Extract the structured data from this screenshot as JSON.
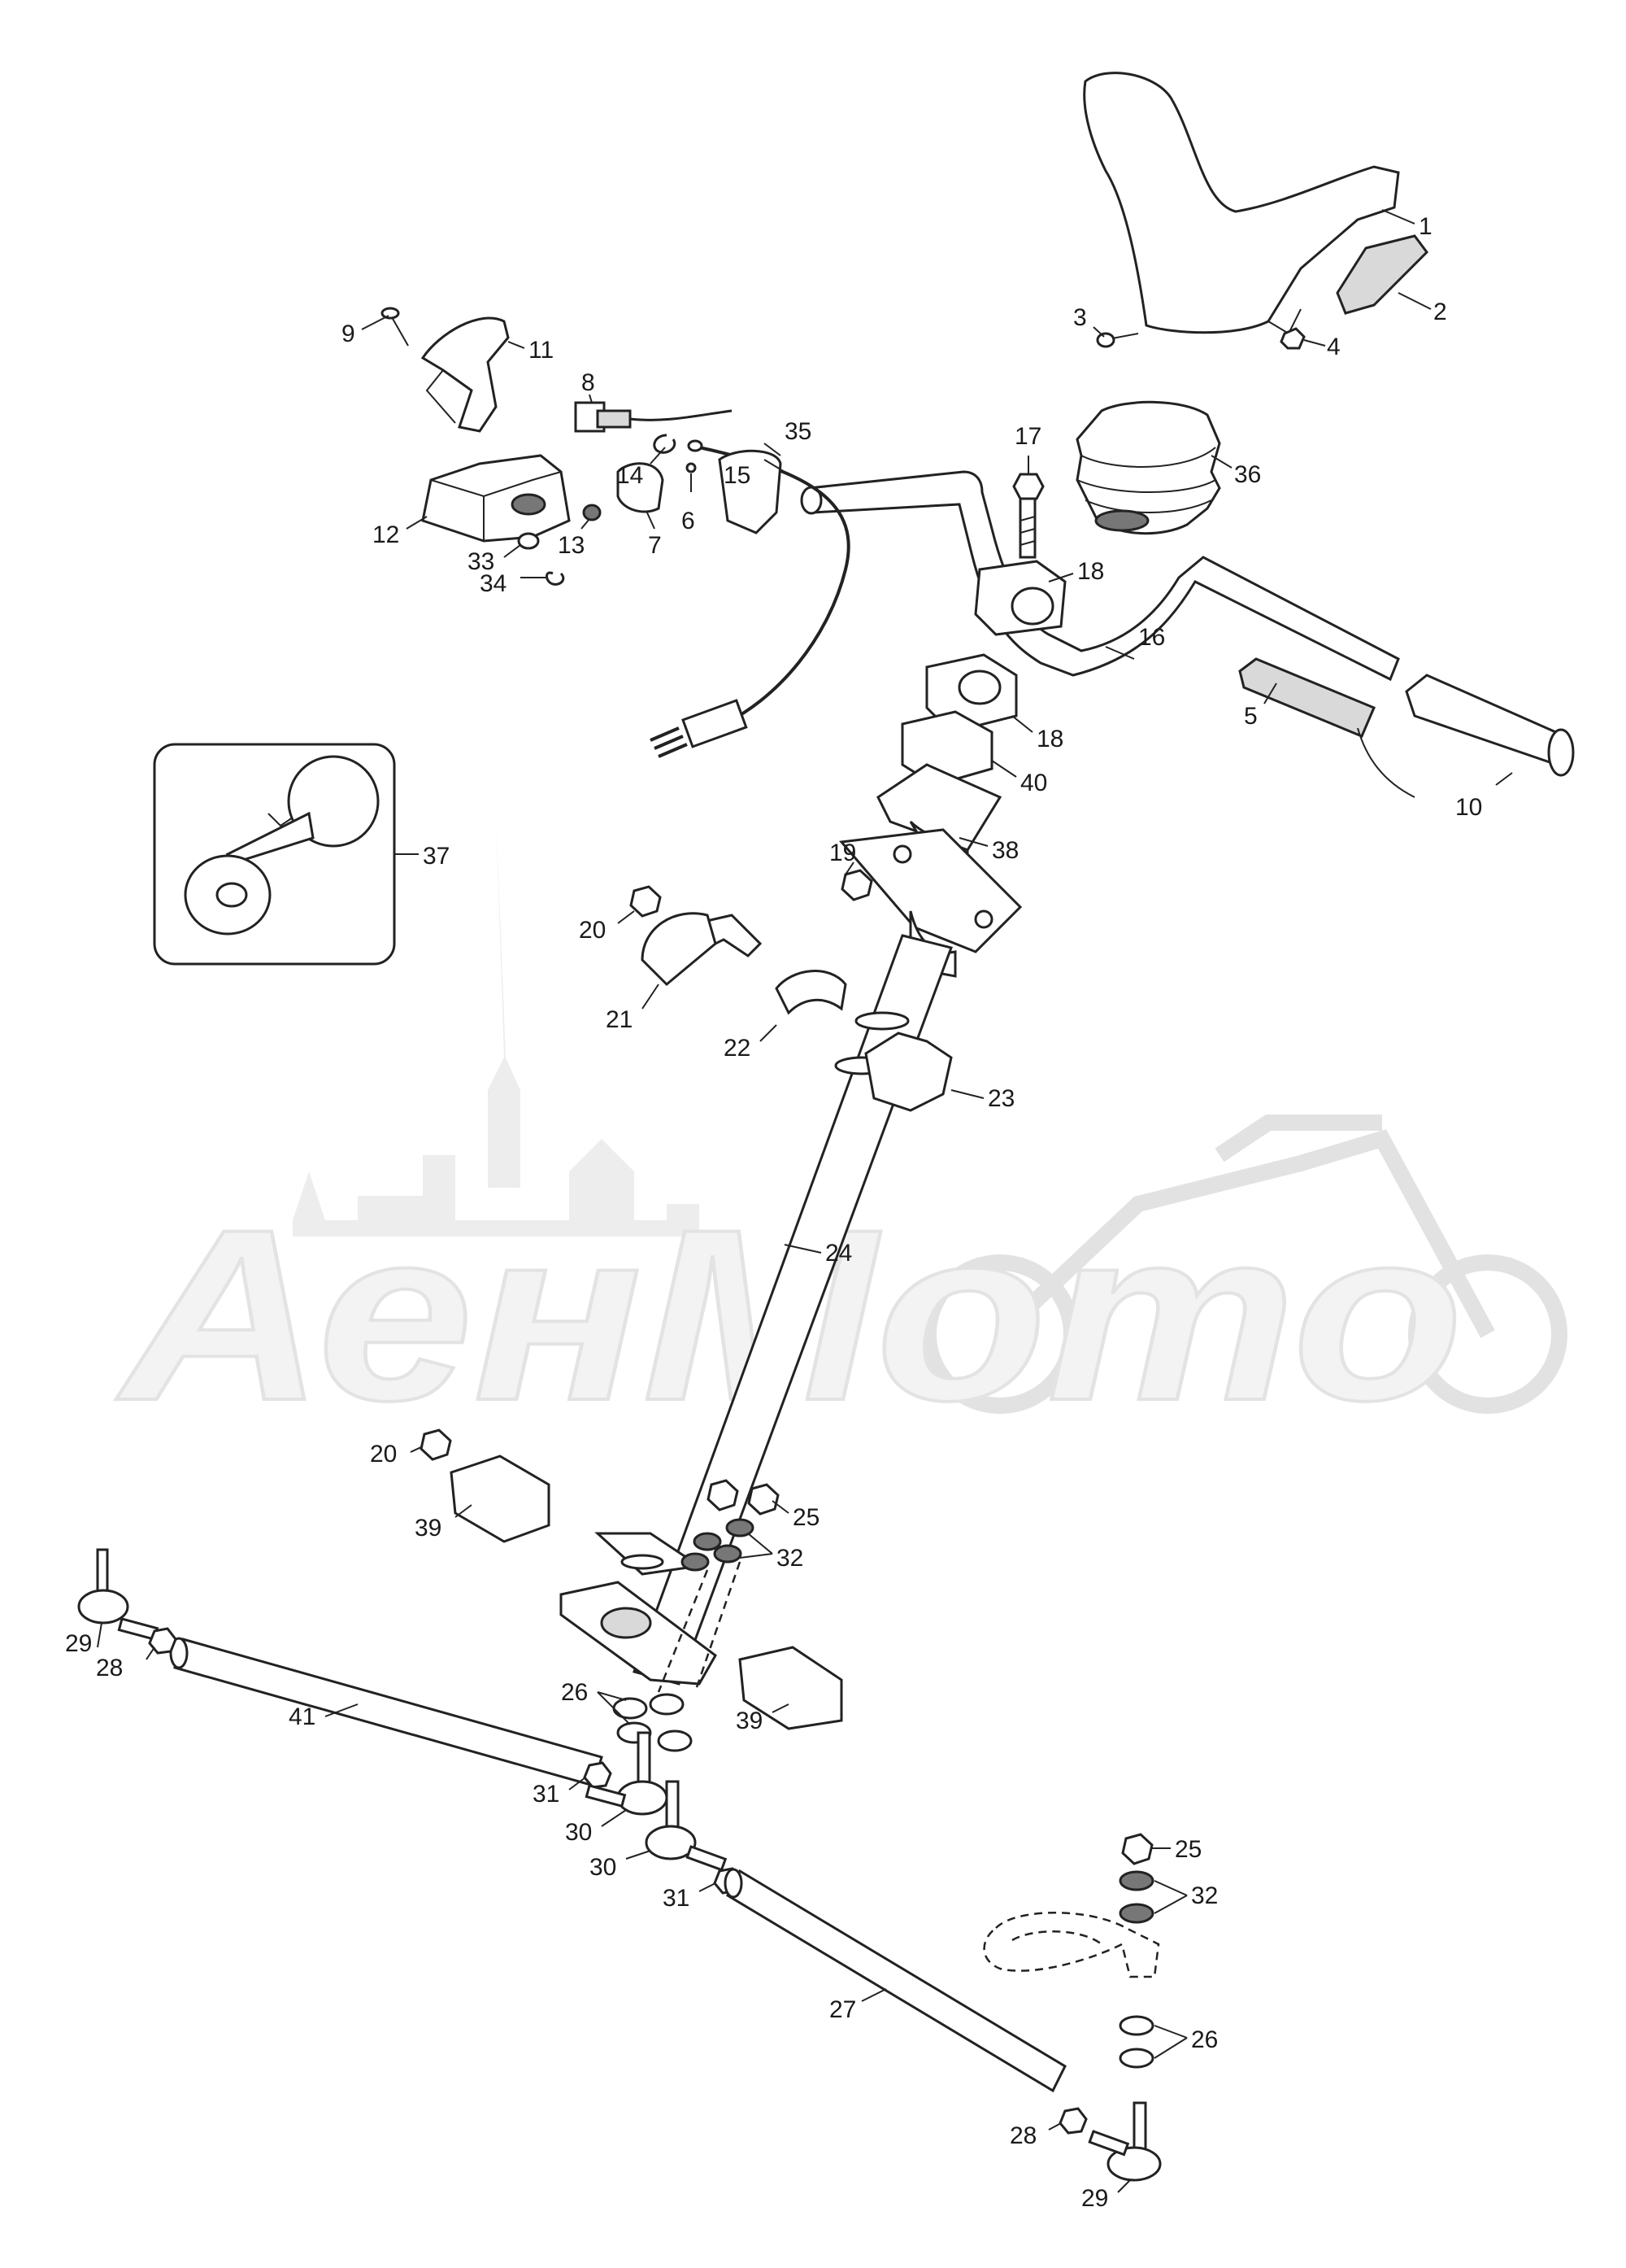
{
  "diagram": {
    "watermark_text": "АенМото",
    "callouts": [
      {
        "id": "c1",
        "text": "1"
      },
      {
        "id": "c2",
        "text": "2"
      },
      {
        "id": "c3",
        "text": "3"
      },
      {
        "id": "c4",
        "text": "4"
      },
      {
        "id": "c5",
        "text": "5"
      },
      {
        "id": "c6",
        "text": "6"
      },
      {
        "id": "c7",
        "text": "7"
      },
      {
        "id": "c8",
        "text": "8"
      },
      {
        "id": "c9",
        "text": "9"
      },
      {
        "id": "c10",
        "text": "10"
      },
      {
        "id": "c11",
        "text": "11"
      },
      {
        "id": "c12",
        "text": "12"
      },
      {
        "id": "c13",
        "text": "13"
      },
      {
        "id": "c14",
        "text": "14"
      },
      {
        "id": "c15",
        "text": "15"
      },
      {
        "id": "c16",
        "text": "16"
      },
      {
        "id": "c17",
        "text": "17"
      },
      {
        "id": "c18a",
        "text": "18"
      },
      {
        "id": "c18b",
        "text": "18"
      },
      {
        "id": "c19",
        "text": "19"
      },
      {
        "id": "c20a",
        "text": "20"
      },
      {
        "id": "c20b",
        "text": "20"
      },
      {
        "id": "c21",
        "text": "21"
      },
      {
        "id": "c22",
        "text": "22"
      },
      {
        "id": "c23",
        "text": "23"
      },
      {
        "id": "c24",
        "text": "24"
      },
      {
        "id": "c25a",
        "text": "25"
      },
      {
        "id": "c25b",
        "text": "25"
      },
      {
        "id": "c26a",
        "text": "26"
      },
      {
        "id": "c26b",
        "text": "26"
      },
      {
        "id": "c27",
        "text": "27"
      },
      {
        "id": "c28a",
        "text": "28"
      },
      {
        "id": "c28b",
        "text": "28"
      },
      {
        "id": "c29a",
        "text": "29"
      },
      {
        "id": "c29b",
        "text": "29"
      },
      {
        "id": "c30a",
        "text": "30"
      },
      {
        "id": "c30b",
        "text": "30"
      },
      {
        "id": "c31a",
        "text": "31"
      },
      {
        "id": "c31b",
        "text": "31"
      },
      {
        "id": "c32a",
        "text": "32"
      },
      {
        "id": "c32b",
        "text": "32"
      },
      {
        "id": "c33",
        "text": "33"
      },
      {
        "id": "c34",
        "text": "34"
      },
      {
        "id": "c35",
        "text": "35"
      },
      {
        "id": "c36",
        "text": "36"
      },
      {
        "id": "c37",
        "text": "37"
      },
      {
        "id": "c38",
        "text": "38"
      },
      {
        "id": "c39a",
        "text": "39"
      },
      {
        "id": "c39b",
        "text": "39"
      },
      {
        "id": "c40",
        "text": "40"
      },
      {
        "id": "c41",
        "text": "41"
      }
    ]
  }
}
